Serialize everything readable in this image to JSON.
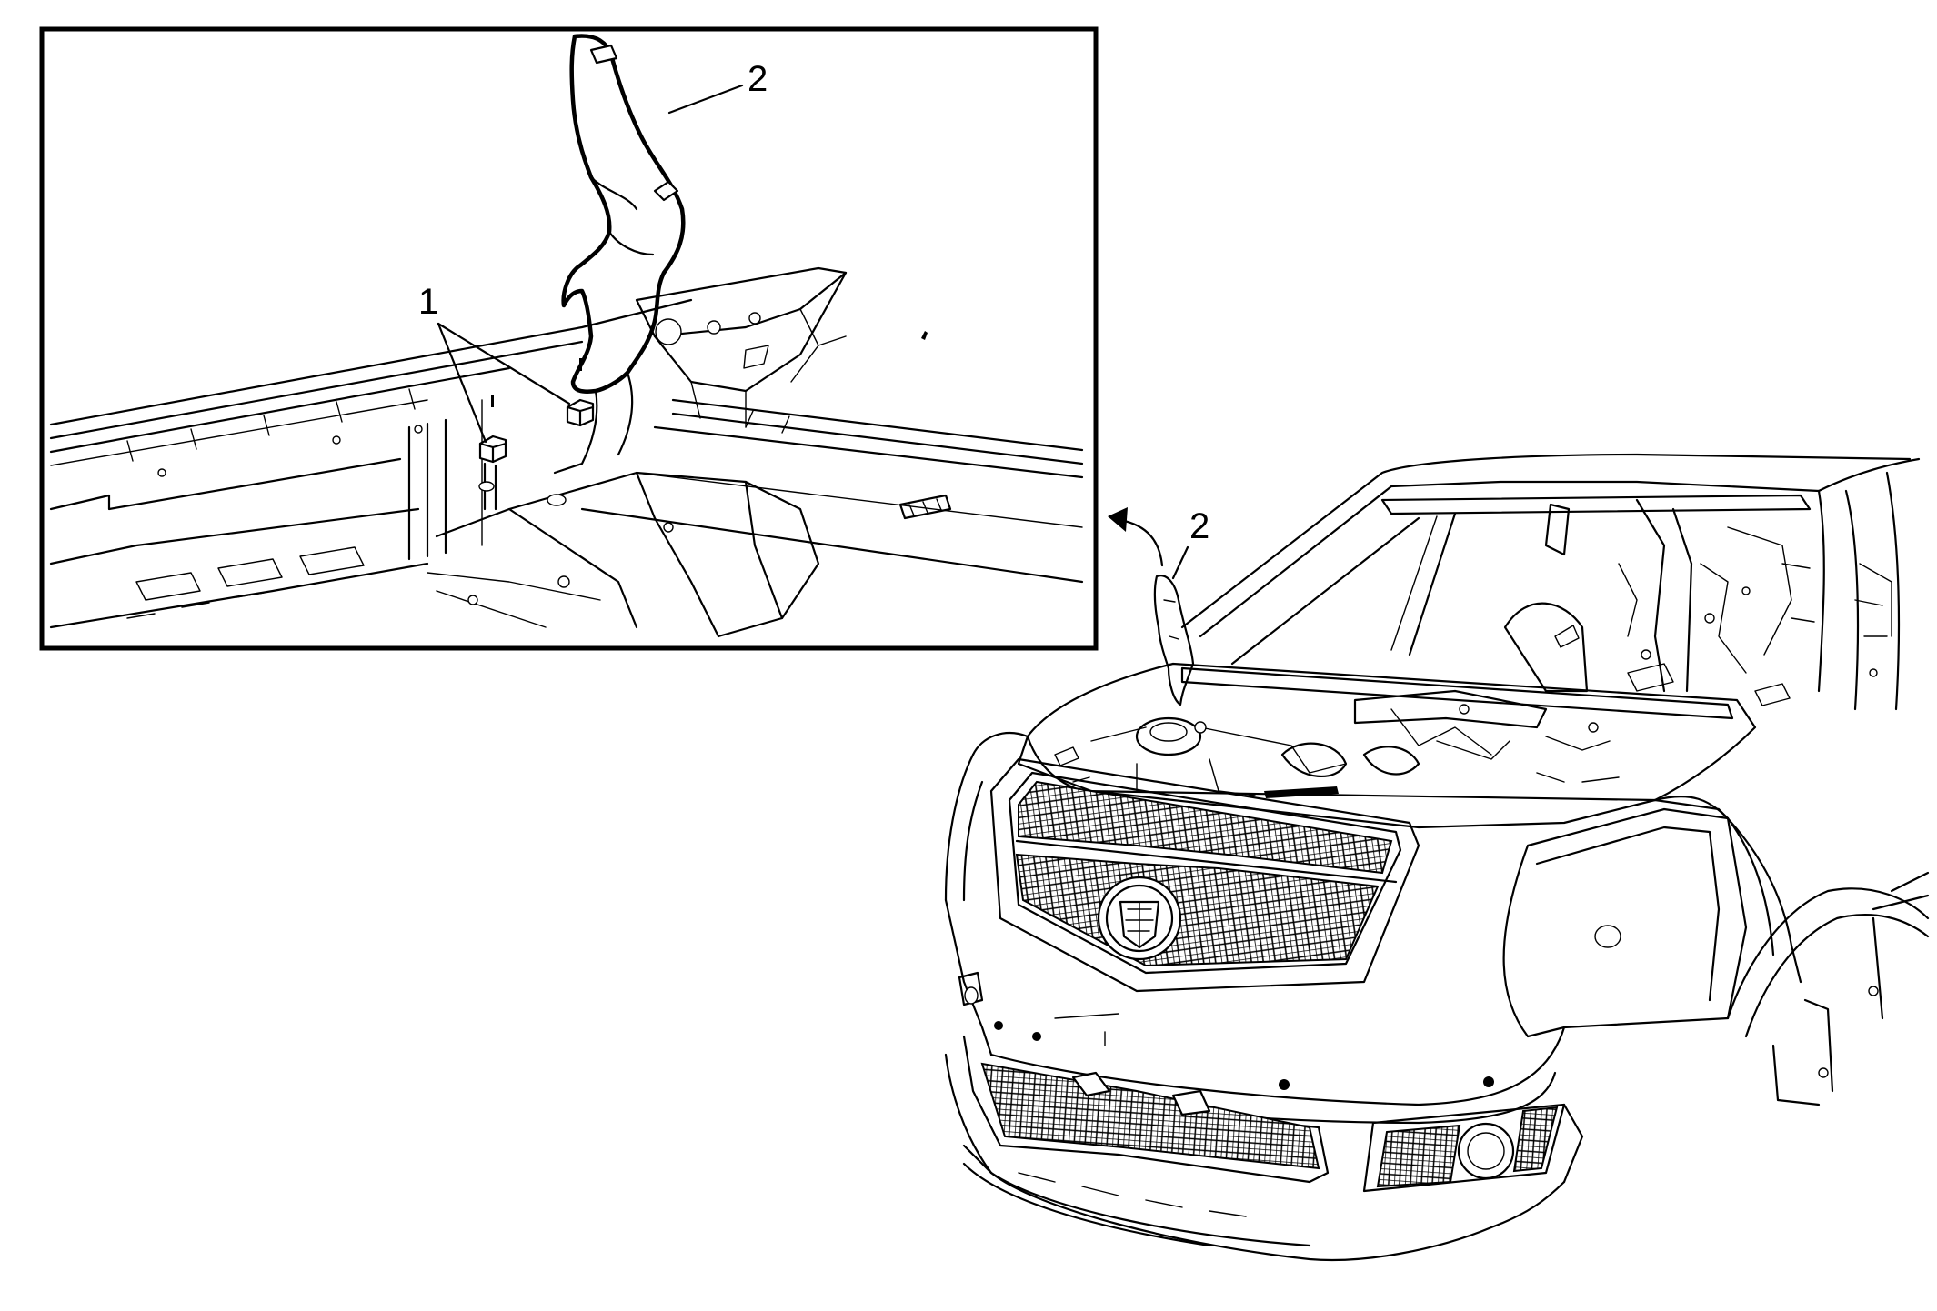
{
  "callouts": {
    "inset_bolts": "1",
    "inset_hinge": "2",
    "vehicle_hinge": "2"
  }
}
